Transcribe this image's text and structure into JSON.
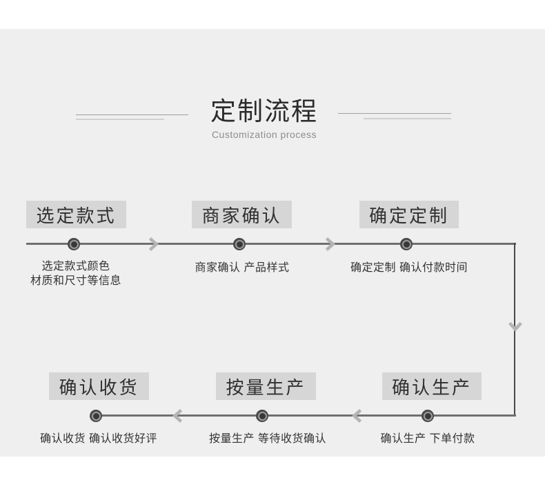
{
  "header": {
    "title": "定制流程",
    "subtitle": "Customization process"
  },
  "steps": [
    {
      "label": "选定款式",
      "desc_lines": [
        "选定款式颜色",
        "材质和尺寸等信息"
      ]
    },
    {
      "label": "商家确认",
      "desc_lines": [
        "商家确认 产品样式"
      ]
    },
    {
      "label": "确定定制",
      "desc_lines": [
        "确定定制 确认付款时间"
      ]
    },
    {
      "label": "确认生产",
      "desc_lines": [
        "确认生产 下单付款"
      ]
    },
    {
      "label": "按量生产",
      "desc_lines": [
        "按量生产 等待收货确认"
      ]
    },
    {
      "label": "确认收货",
      "desc_lines": [
        "确认收货 确认收货好评"
      ]
    }
  ],
  "flow": {
    "direction_top_row": "left-to-right",
    "direction_bottom_row": "right-to-left",
    "node_count": 6
  },
  "colors": {
    "panel_bg": "#efefef",
    "page_bg": "#ffffff",
    "box_bg": "#d6d6d6",
    "line": "#6f6f6f",
    "arrow": "#b4b4b4",
    "dot": "#3d3d3d",
    "title_text": "#2b2b2b",
    "subtitle_text": "#8c8c8c",
    "body_text": "#333333"
  }
}
